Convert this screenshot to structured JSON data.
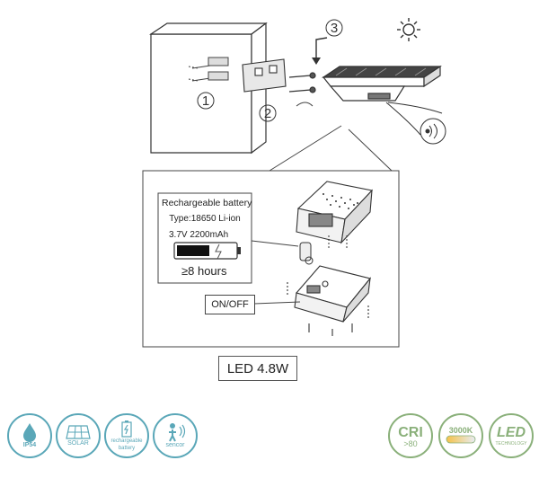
{
  "steps": {
    "step1": "1",
    "step2": "2",
    "step3": "3"
  },
  "battery_box": {
    "title": "Rechargeable battery",
    "type": "Type:18650 Li-ion",
    "spec": "3.7V 2200mAh",
    "runtime": "≥8 hours"
  },
  "switch_label": "ON/OFF",
  "led_label": "LED 4.8W",
  "left_icons": [
    {
      "label": "IP54",
      "icon": "water-drop-icon",
      "color": "#5aa7b8"
    },
    {
      "label": "SOLAR",
      "icon": "solar-panel-icon",
      "color": "#5aa7b8"
    },
    {
      "label": "rechargeable battery",
      "icon": "battery-icon",
      "color": "#5aa7b8"
    },
    {
      "label": "sencor",
      "icon": "motion-sensor-icon",
      "color": "#5aa7b8"
    }
  ],
  "right_icons": [
    {
      "label": "CRI",
      "sub": ">80",
      "icon": "cri-icon",
      "color": "#8ab07a"
    },
    {
      "label": "3000K",
      "icon": "color-temperature-icon",
      "color": "#8ab07a"
    },
    {
      "label": "LED",
      "sub": "TECHNOLOGY",
      "icon": "led-icon",
      "color": "#8ab07a"
    }
  ]
}
